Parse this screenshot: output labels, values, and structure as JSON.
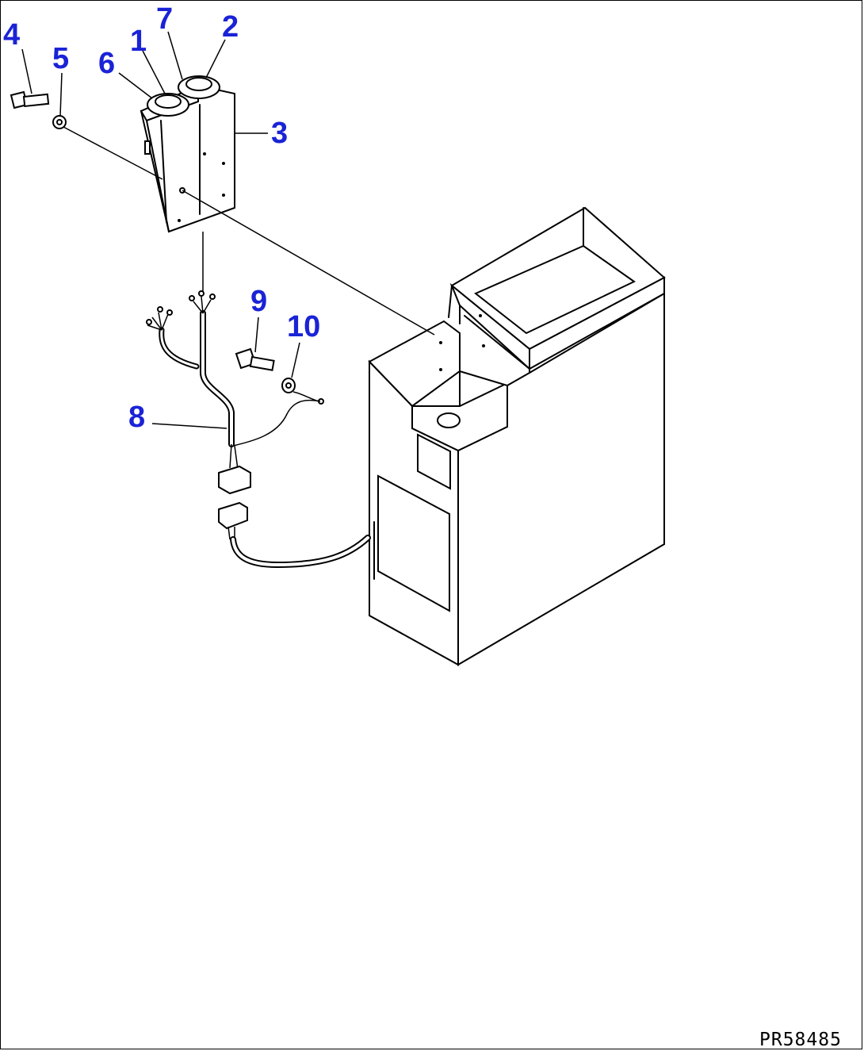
{
  "diagram": {
    "callouts": [
      {
        "id": "4",
        "label": "4"
      },
      {
        "id": "5",
        "label": "5"
      },
      {
        "id": "6",
        "label": "6"
      },
      {
        "id": "1",
        "label": "1"
      },
      {
        "id": "7",
        "label": "7"
      },
      {
        "id": "2",
        "label": "2"
      },
      {
        "id": "3",
        "label": "3"
      },
      {
        "id": "9",
        "label": "9"
      },
      {
        "id": "10",
        "label": "10"
      },
      {
        "id": "8",
        "label": "8"
      }
    ],
    "drawing_code": "PR58485",
    "colors": {
      "callout": "#1a23d6",
      "line": "#000000"
    }
  }
}
